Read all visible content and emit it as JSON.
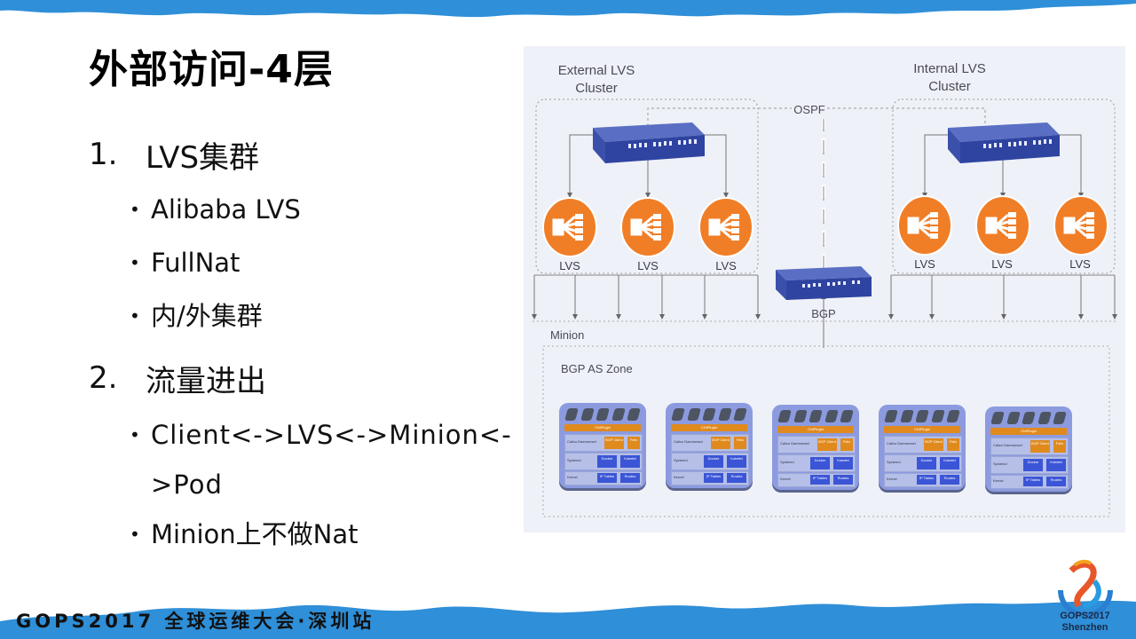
{
  "slide": {
    "title": "外部访问-4层",
    "sections": [
      {
        "number": "1.",
        "heading": "LVS集群",
        "bullets": [
          "Alibaba LVS",
          "FullNat",
          "内/外集群"
        ]
      },
      {
        "number": "2.",
        "heading": "流量进出",
        "bullets": [
          "Client<->LVS<->Minion<->Pod",
          "Minion上不做Nat"
        ]
      }
    ],
    "footer": "GOPS2017 全球运维大会·深圳站",
    "logo": {
      "icon": "gops-logo-icon",
      "line1": "GOPS2017",
      "line2": "Shenzhen"
    },
    "colors": {
      "band_blue": "#2f8fd8",
      "lvs_orange": "#f07e27",
      "switch_blue": "#3a4fa8",
      "pod_purple": "#8c9be0",
      "diagram_bg": "#eff1f8"
    }
  },
  "diagram": {
    "external_cluster": {
      "label_line1": "External LVS",
      "label_line2": "Cluster",
      "nodes": [
        "LVS",
        "LVS",
        "LVS"
      ]
    },
    "internal_cluster": {
      "label_line1": "Internal LVS",
      "label_line2": "Cluster",
      "nodes": [
        "LVS",
        "LVS",
        "LVS"
      ]
    },
    "ospf_label": "OSPF",
    "bgp_label": "BGP",
    "minion_label": "Minion",
    "zone_label": "BGP AS Zone",
    "pod": {
      "plugin": "CNIPlugin",
      "row1": {
        "label": "Calico Daemonset",
        "boxes": [
          "BGP Client",
          "Felix"
        ]
      },
      "row2": {
        "label": "Systemd",
        "boxes": [
          "Docker",
          "Kubelet"
        ]
      },
      "row3": {
        "label": "Kernel",
        "boxes": [
          "IP Tables",
          "Routes"
        ]
      }
    },
    "pod_count": 5
  }
}
